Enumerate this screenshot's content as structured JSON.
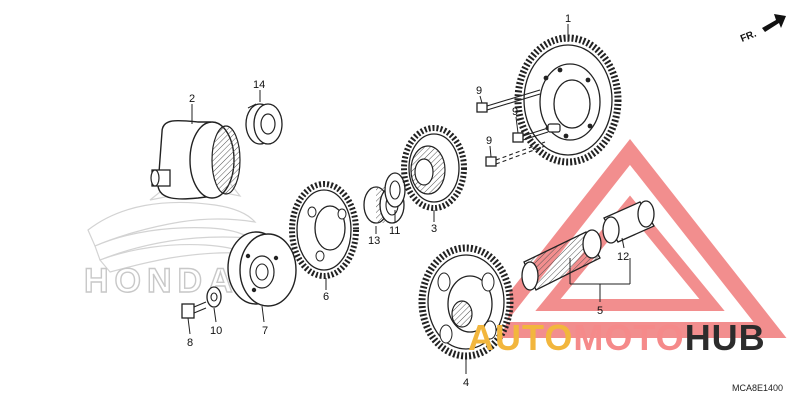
{
  "diagram": {
    "part_labels": [
      "1",
      "2",
      "3",
      "4",
      "5",
      "6",
      "7",
      "8",
      "9",
      "9",
      "9",
      "10",
      "11",
      "12",
      "13",
      "14"
    ],
    "direction_label": "FR.",
    "diagram_code": "MCA8E1400"
  },
  "watermark": {
    "brand_auto": "AUTO",
    "brand_moto": "MOTO",
    "brand_hub": "HUB",
    "background_logo": "HONDA",
    "colors": {
      "auto": "#f2b63d",
      "moto": "#f58a8a",
      "hub": "#2c2c2c",
      "triangle": "#f07a7a"
    }
  }
}
